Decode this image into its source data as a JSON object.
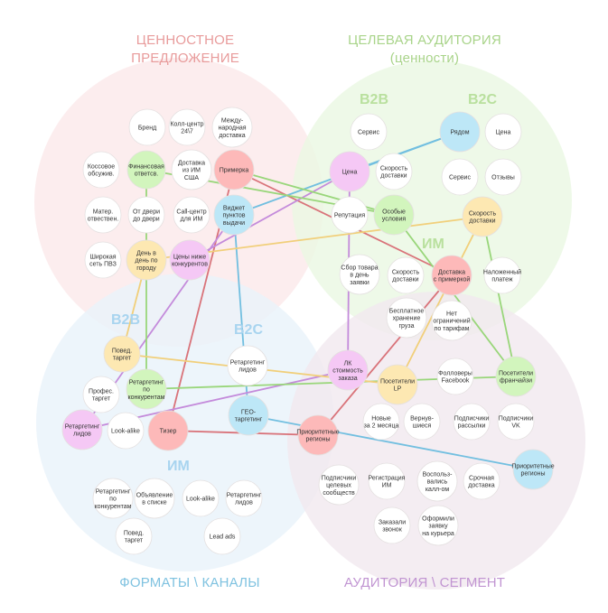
{
  "colors": {
    "value_area": "#fbe9ea",
    "audience_area": "#eaf8e2",
    "formats_area": "#e9f3fa",
    "segment_area": "#f1e8ef",
    "title_value": "#e89b9b",
    "title_audience": "#a9d48a",
    "title_formats": "#7fc2e0",
    "title_segment": "#c195d2",
    "label_b2b_top": "#b9e09e",
    "label_b2c_top": "#b9e09e",
    "label_im_top": "#b9e09e",
    "label_b2b_bottom": "#a8d4ef",
    "label_b2c_bottom": "#a8d4ef",
    "label_im_bottom": "#a8d4ef"
  },
  "titles": {
    "value": [
      "ЦЕННОСТНОЕ",
      "ПРЕДЛОЖЕНИЕ"
    ],
    "audience": [
      "ЦЕЛЕВАЯ АУДИТОРИЯ",
      "(ценности)"
    ],
    "formats": [
      "ФОРМАТЫ \\ КАНАЛЫ"
    ],
    "segment": [
      "АУДИТОРИЯ \\ СЕГМЕНТ"
    ]
  },
  "labels": {
    "b2b_top": "B2B",
    "b2c_top": "B2C",
    "im_top": "ИМ",
    "b2b_bottom": "B2B",
    "b2c_bottom": "B2C",
    "im_bottom": "ИМ"
  },
  "nodes": [
    {
      "id": "brand",
      "text": [
        "Бренд"
      ],
      "fill": "#ffffff"
    },
    {
      "id": "callcenter247",
      "text": [
        "Колл-центр",
        "24\\7"
      ],
      "fill": "#ffffff"
    },
    {
      "id": "intl_delivery",
      "text": [
        "Между-",
        "народная",
        "доставка"
      ],
      "fill": "#ffffff"
    },
    {
      "id": "cosovoe",
      "text": [
        "Коссовое",
        "обсужив."
      ],
      "fill": "#ffffff"
    },
    {
      "id": "fin_resp",
      "text": [
        "Финансовая",
        "ответсв."
      ],
      "fill": "#d2f5bd"
    },
    {
      "id": "delivery_usa",
      "text": [
        "Доставка",
        "из ИМ",
        "США"
      ],
      "fill": "#ffffff"
    },
    {
      "id": "fitting_top",
      "text": [
        "Примерка"
      ],
      "fill": "#fdb9b9"
    },
    {
      "id": "mat_resp",
      "text": [
        "Матер.",
        "отвествен."
      ],
      "fill": "#ffffff"
    },
    {
      "id": "door_to_door",
      "text": [
        "От двери",
        "до двери"
      ],
      "fill": "#ffffff"
    },
    {
      "id": "callcenter_im",
      "text": [
        "Call-центр",
        "для ИМ"
      ],
      "fill": "#ffffff"
    },
    {
      "id": "widget_pvz",
      "text": [
        "Виджет",
        "пунктов",
        "выдачи"
      ],
      "fill": "#bde7f7"
    },
    {
      "id": "wide_pvz",
      "text": [
        "Широкая",
        "сеть ПВЗ"
      ],
      "fill": "#ffffff"
    },
    {
      "id": "same_day",
      "text": [
        "День в",
        "день по",
        "городу"
      ],
      "fill": "#fde8b2"
    },
    {
      "id": "cheaper",
      "text": [
        "Цены ниже",
        "конкурентов"
      ],
      "fill": "#f5c8f5"
    },
    {
      "id": "service_b2b",
      "text": [
        "Сервис"
      ],
      "fill": "#ffffff"
    },
    {
      "id": "nearby",
      "text": [
        "Рядом"
      ],
      "fill": "#bde7f7"
    },
    {
      "id": "price_b2c",
      "text": [
        "Цена"
      ],
      "fill": "#ffffff"
    },
    {
      "id": "price_b2b",
      "text": [
        "Цена"
      ],
      "fill": "#f5c8f5"
    },
    {
      "id": "delivery_speed_b2b",
      "text": [
        "Скорость",
        "доставки"
      ],
      "fill": "#ffffff"
    },
    {
      "id": "service_b2c",
      "text": [
        "Сервис"
      ],
      "fill": "#ffffff"
    },
    {
      "id": "reviews",
      "text": [
        "Отзывы"
      ],
      "fill": "#ffffff"
    },
    {
      "id": "reputation",
      "text": [
        "Репутация"
      ],
      "fill": "#ffffff"
    },
    {
      "id": "special_cond",
      "text": [
        "Особые",
        "условия"
      ],
      "fill": "#d2f5bd"
    },
    {
      "id": "delivery_speed_b2c",
      "text": [
        "Скорость",
        "доставки"
      ],
      "fill": "#fde8b2"
    },
    {
      "id": "pick_same_day",
      "text": [
        "Сбор товара",
        "в день",
        "заявки"
      ],
      "fill": "#ffffff"
    },
    {
      "id": "delivery_speed_im",
      "text": [
        "Скорость",
        "доставки"
      ],
      "fill": "#ffffff"
    },
    {
      "id": "delivery_fitting",
      "text": [
        "Доставка",
        "с примеркой"
      ],
      "fill": "#fdb9b9"
    },
    {
      "id": "cod",
      "text": [
        "Наложенный",
        "платеж"
      ],
      "fill": "#ffffff"
    },
    {
      "id": "free_storage",
      "text": [
        "Бесплатное",
        "хранение",
        "груза"
      ],
      "fill": "#ffffff"
    },
    {
      "id": "no_tariff_limit",
      "text": [
        "Нет",
        "ограничений",
        "по тарифам"
      ],
      "fill": "#ffffff"
    },
    {
      "id": "b2b_target",
      "text": [
        "Повед.",
        "таргет"
      ],
      "fill": "#fde8b2"
    },
    {
      "id": "retarget_leads_b2c",
      "text": [
        "Ретаргетинг",
        "лидов"
      ],
      "fill": "#ffffff"
    },
    {
      "id": "lk_cost",
      "text": [
        "ЛК",
        "стоимость",
        "заказа"
      ],
      "fill": "#f5c8f5"
    },
    {
      "id": "prof_target",
      "text": [
        "Профес.",
        "таргет"
      ],
      "fill": "#ffffff"
    },
    {
      "id": "retarget_comp",
      "text": [
        "Ретаргетинг",
        "по",
        "конкурентам"
      ],
      "fill": "#d2f5bd"
    },
    {
      "id": "visitors_lp",
      "text": [
        "Посетители",
        "LP"
      ],
      "fill": "#fde8b2"
    },
    {
      "id": "fb_followers",
      "text": [
        "Фолловеры",
        "Facebook"
      ],
      "fill": "#ffffff"
    },
    {
      "id": "franchise_visitors",
      "text": [
        "Посетители",
        "франчайзи"
      ],
      "fill": "#d2f5bd"
    },
    {
      "id": "retarget_leads_b2b",
      "text": [
        "Ретаргетинг",
        "лидов"
      ],
      "fill": "#f5c8f5"
    },
    {
      "id": "lookalike_b2b",
      "text": [
        "Look-alike"
      ],
      "fill": "#ffffff"
    },
    {
      "id": "teaser",
      "text": [
        "Тизер"
      ],
      "fill": "#fdb9b9"
    },
    {
      "id": "geo_target",
      "text": [
        "ГЕО-",
        "таргетинг"
      ],
      "fill": "#bde7f7"
    },
    {
      "id": "new_2m",
      "text": [
        "Новые",
        "за 2 месяца"
      ],
      "fill": "#ffffff"
    },
    {
      "id": "returned",
      "text": [
        "Вернув-",
        "шиеся"
      ],
      "fill": "#ffffff"
    },
    {
      "id": "newsletter",
      "text": [
        "Подписчики",
        "рассылки"
      ],
      "fill": "#ffffff"
    },
    {
      "id": "vk_subs",
      "text": [
        "Подписчики",
        "VK"
      ],
      "fill": "#ffffff"
    },
    {
      "id": "priority_regions",
      "text": [
        "Приоритетные",
        "регионы"
      ],
      "fill": "#fdb9b9"
    },
    {
      "id": "priority_regions2",
      "text": [
        "Приоритетные",
        "регионы"
      ],
      "fill": "#bde7f7"
    },
    {
      "id": "retarget_comp_im",
      "text": [
        "Ретаргетинг",
        "по",
        "конкурентам"
      ],
      "fill": "#ffffff"
    },
    {
      "id": "ad_in_list",
      "text": [
        "Объявление",
        "в списке"
      ],
      "fill": "#ffffff"
    },
    {
      "id": "lookalike_im",
      "text": [
        "Look-alike"
      ],
      "fill": "#ffffff"
    },
    {
      "id": "retarget_leads_im",
      "text": [
        "Ретаргетинг",
        "лидов"
      ],
      "fill": "#ffffff"
    },
    {
      "id": "beh_target_im",
      "text": [
        "Повед.",
        "таргет"
      ],
      "fill": "#ffffff"
    },
    {
      "id": "lead_ads",
      "text": [
        "Lead ads"
      ],
      "fill": "#ffffff"
    },
    {
      "id": "target_comm",
      "text": [
        "Подписчики",
        "целевых",
        "сообществ"
      ],
      "fill": "#ffffff"
    },
    {
      "id": "reg_im",
      "text": [
        "Регистрация",
        "ИМ"
      ],
      "fill": "#ffffff"
    },
    {
      "id": "used_callcenter",
      "text": [
        "Воспольз-",
        "вались",
        "калл-ом"
      ],
      "fill": "#ffffff"
    },
    {
      "id": "urgent_delivery",
      "text": [
        "Срочная",
        "доставка"
      ],
      "fill": "#ffffff"
    },
    {
      "id": "ordered_call",
      "text": [
        "Заказали",
        "звонок"
      ],
      "fill": "#ffffff"
    },
    {
      "id": "courier_order",
      "text": [
        "Оформили",
        "заявку",
        "на курьера"
      ],
      "fill": "#ffffff"
    }
  ],
  "edge_colors": {
    "red": "#d9737a",
    "blue": "#72bfe0",
    "green": "#99d67a",
    "purple": "#c48bdb",
    "yellow": "#f1cf7a"
  },
  "edges": [
    {
      "from": "fitting_top",
      "to": "delivery_fitting",
      "color": "red"
    },
    {
      "from": "fitting_top",
      "to": "teaser",
      "color": "red"
    },
    {
      "from": "teaser",
      "to": "priority_regions",
      "color": "red"
    },
    {
      "from": "priority_regions",
      "to": "delivery_fitting",
      "color": "red"
    },
    {
      "from": "price_b2b",
      "to": "nearby",
      "color": "blue"
    },
    {
      "from": "widget_pvz",
      "to": "nearby",
      "color": "blue"
    },
    {
      "from": "widget_pvz",
      "to": "geo_target",
      "color": "blue"
    },
    {
      "from": "geo_target",
      "to": "priority_regions2",
      "color": "blue"
    },
    {
      "from": "retarget_leads_b2b",
      "to": "widget_pvz",
      "color": "purple"
    },
    {
      "from": "price_b2b",
      "to": "lk_cost",
      "color": "purple"
    },
    {
      "from": "cheaper",
      "to": "price_b2b",
      "color": "purple"
    },
    {
      "from": "lk_cost",
      "to": "retarget_leads_b2b",
      "color": "purple"
    },
    {
      "from": "fin_resp",
      "to": "special_cond",
      "color": "green"
    },
    {
      "from": "special_cond",
      "to": "franchise_visitors",
      "color": "green"
    },
    {
      "from": "retarget_comp",
      "to": "franchise_visitors",
      "color": "green"
    },
    {
      "from": "fin_resp",
      "to": "retarget_comp",
      "color": "green"
    },
    {
      "from": "same_day",
      "to": "delivery_speed_b2c",
      "color": "yellow"
    },
    {
      "from": "delivery_speed_b2c",
      "to": "visitors_lp",
      "color": "yellow"
    },
    {
      "from": "b2b_target",
      "to": "visitors_lp",
      "color": "yellow"
    },
    {
      "from": "same_day",
      "to": "b2b_target",
      "color": "yellow"
    },
    {
      "from": "delivery_speed_b2c",
      "to": "franchise_visitors",
      "color": "green"
    },
    {
      "from": "fitting_top",
      "to": "special_cond",
      "color": "green"
    }
  ]
}
